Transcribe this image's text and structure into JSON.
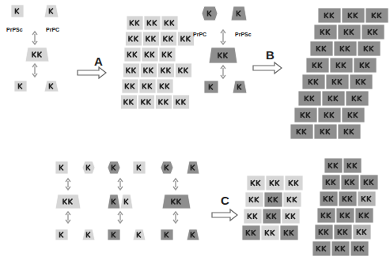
{
  "diagram": {
    "labels": [
      "PrPSc",
      "PrPC",
      "A",
      "PrPC",
      "PrPSc",
      "B",
      "C"
    ]
  }
}
